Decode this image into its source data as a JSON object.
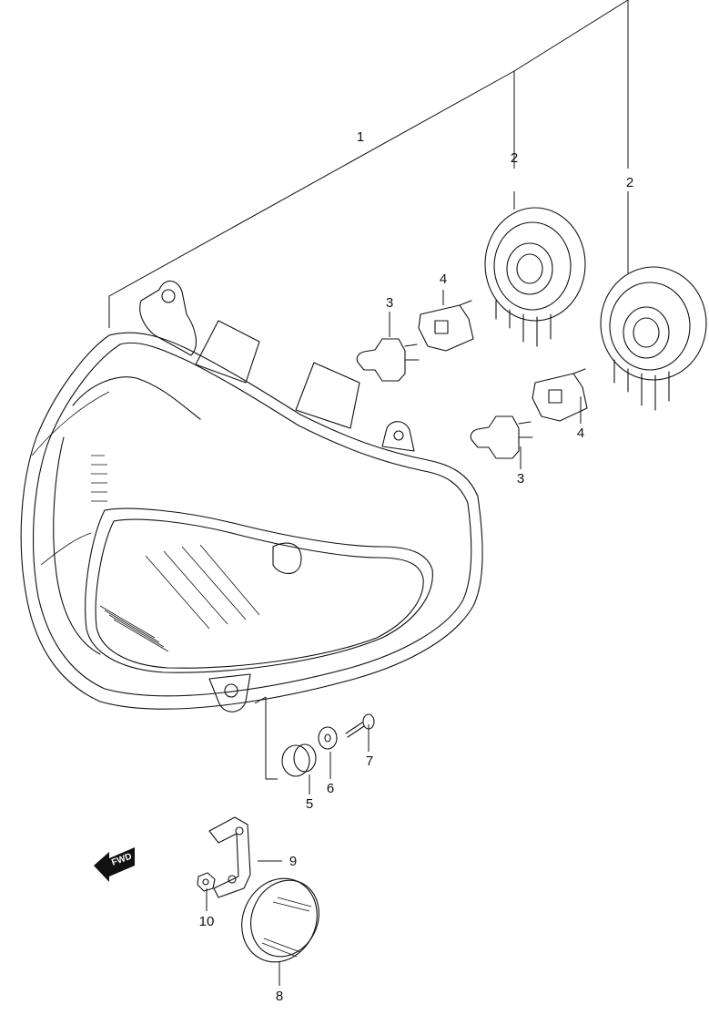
{
  "callouts": {
    "c1": "1",
    "c2a": "2",
    "c2b": "2",
    "c3a": "3",
    "c3b": "3",
    "c4a": "4",
    "c4b": "4",
    "c5": "5",
    "c6": "6",
    "c7": "7",
    "c8": "8",
    "c9": "9",
    "c10": "10"
  },
  "fwd_label": "FWD",
  "colors": {
    "line": "#111111",
    "background": "#ffffff"
  }
}
